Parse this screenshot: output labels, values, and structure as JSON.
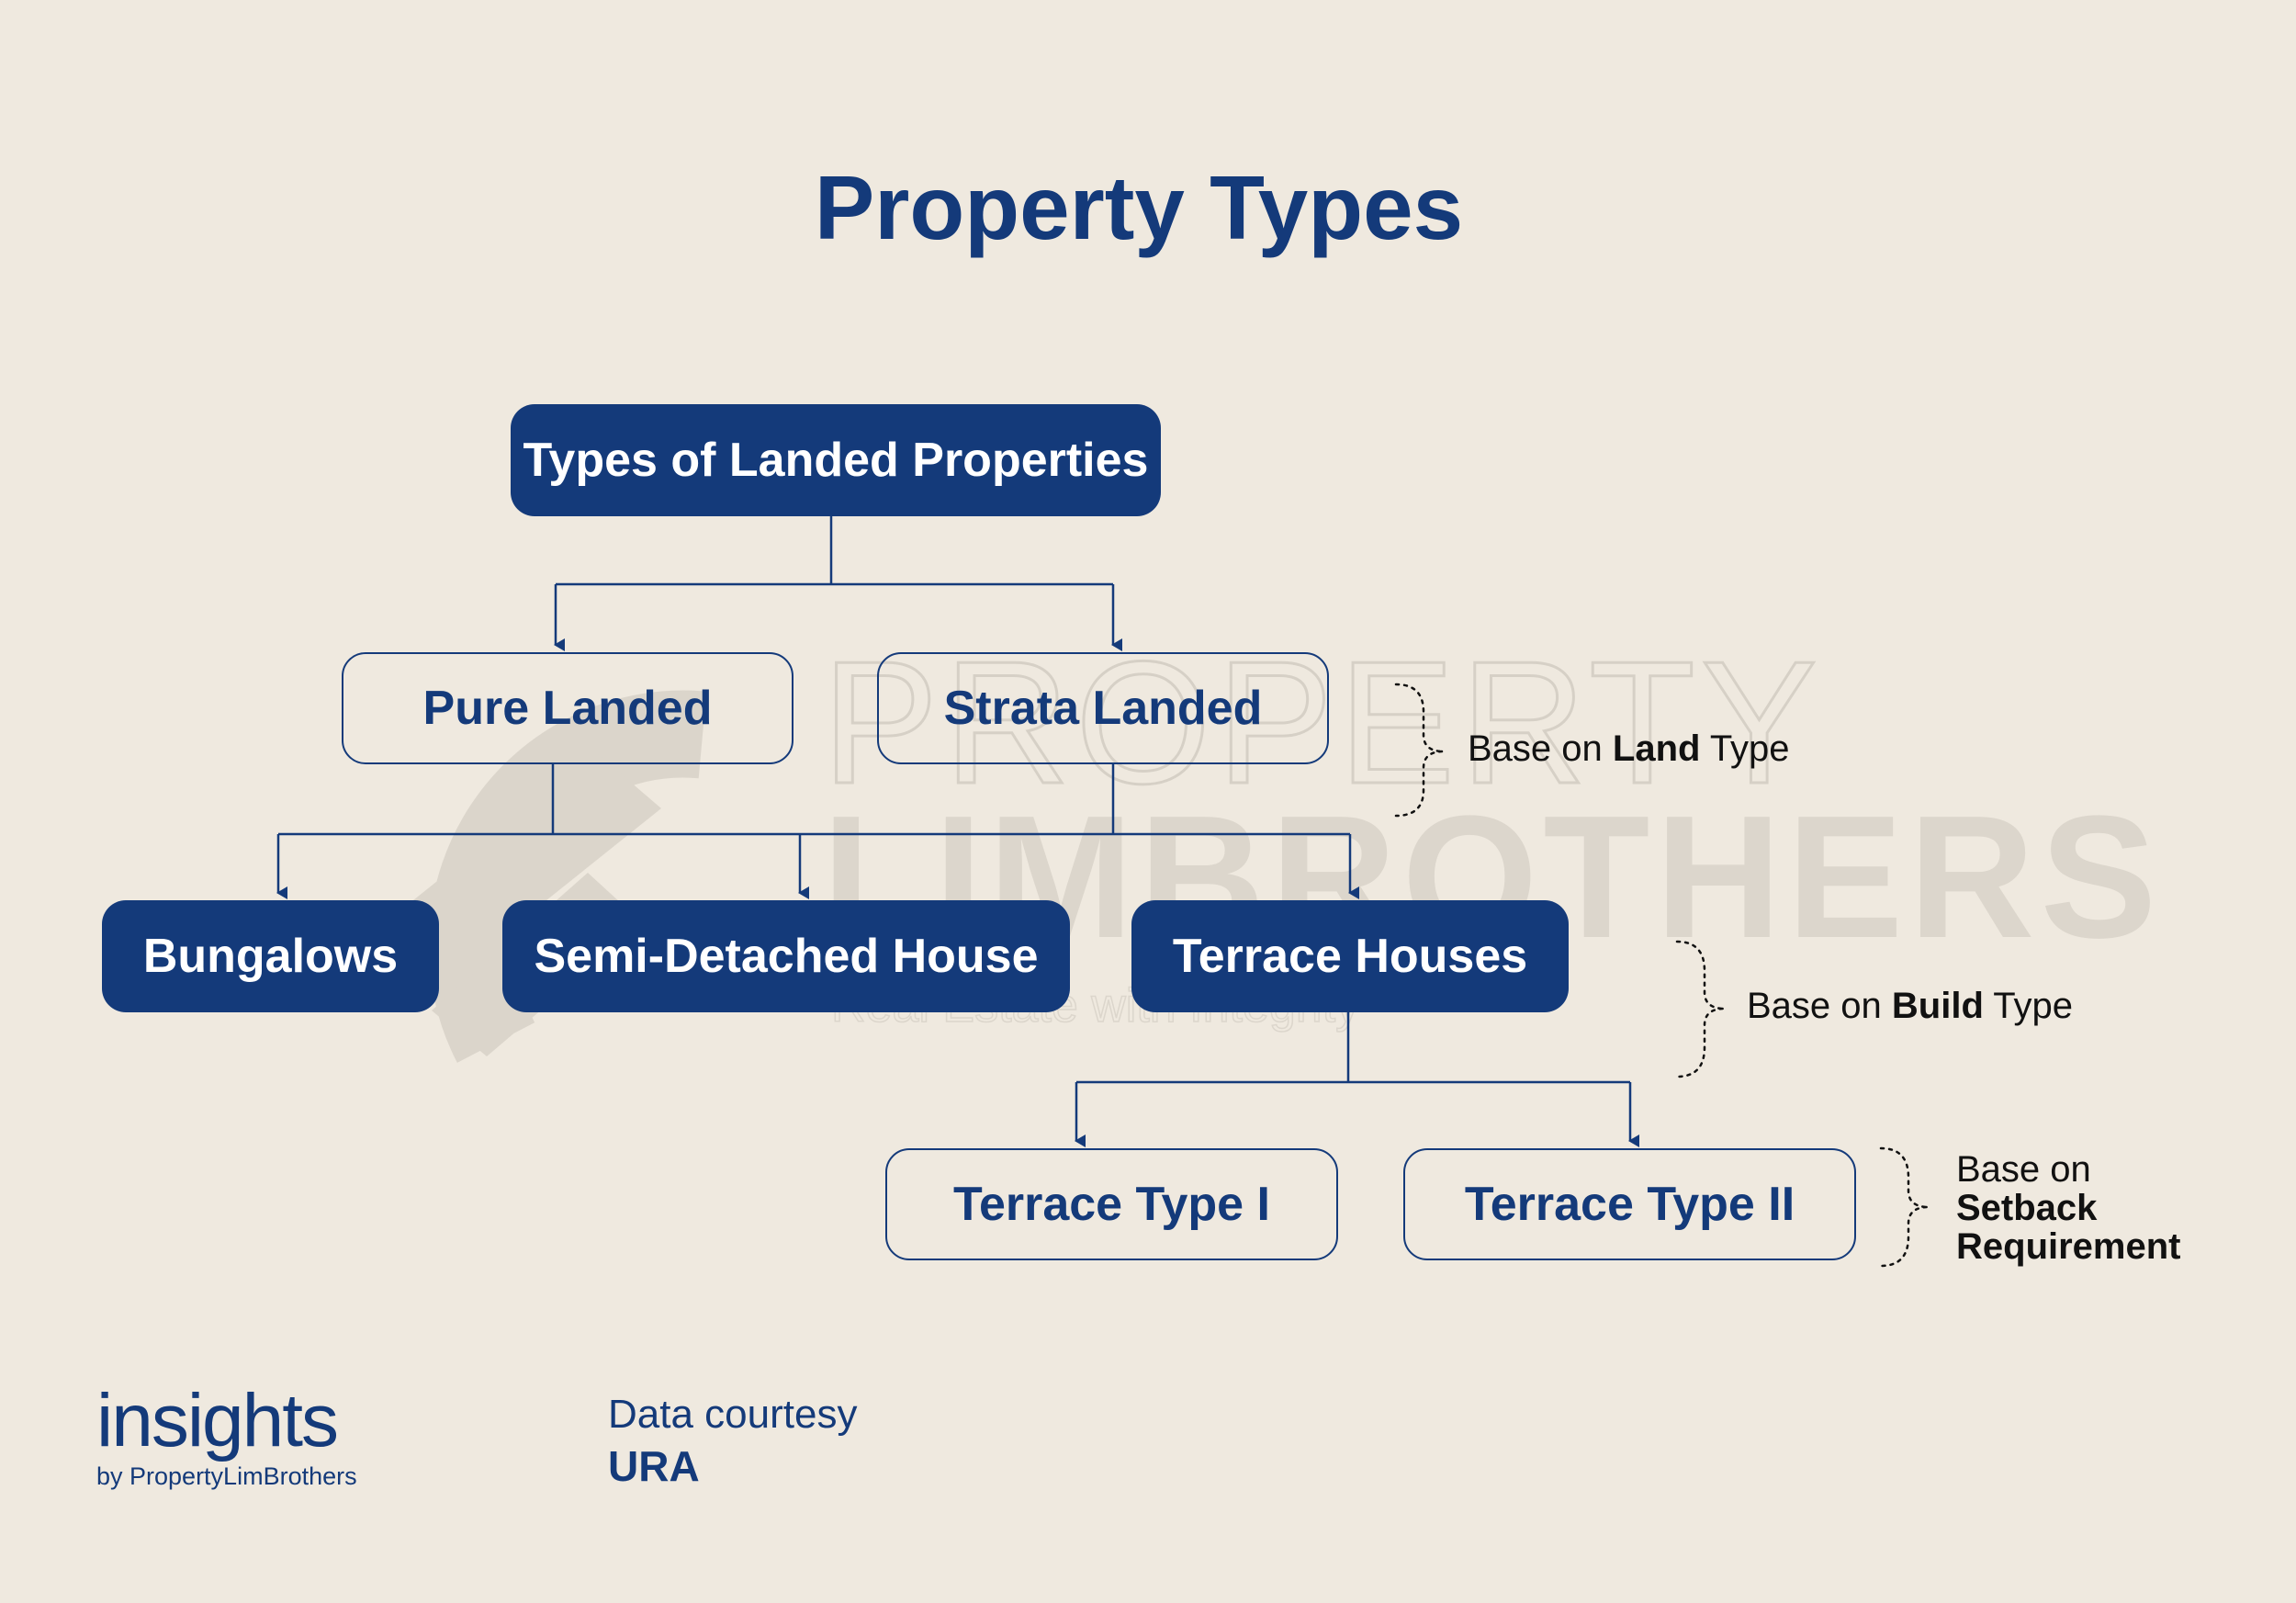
{
  "title": "Property Types",
  "watermark": {
    "line1": "PROPERTY",
    "line2": "LIMBROTHERS",
    "tagline": "Real Estate with Integrity"
  },
  "nodes": {
    "root": "Types of Landed Properties",
    "pure_landed": "Pure Landed",
    "strata_landed": "Strata Landed",
    "bungalows": "Bungalows",
    "semi_detached": "Semi-Detached House",
    "terrace_houses": "Terrace Houses",
    "terrace_type_1": "Terrace Type I",
    "terrace_type_2": "Terrace Type II"
  },
  "notes": {
    "land": {
      "prefix": "Base on ",
      "bold": "Land",
      "suffix": " Type"
    },
    "build": {
      "prefix": "Base on ",
      "bold": "Build",
      "suffix": " Type"
    },
    "setback": {
      "prefix": "Base on",
      "bold_line1": "Setback",
      "bold_line2": "Requirement"
    }
  },
  "footer": {
    "brand": "insights",
    "brand_by": "by PropertyLimBrothers",
    "courtesy_label": "Data courtesy",
    "courtesy_source": "URA"
  },
  "colors": {
    "background": "#efe9df",
    "primary": "#143a7a",
    "watermark": "#dcd6cc"
  }
}
